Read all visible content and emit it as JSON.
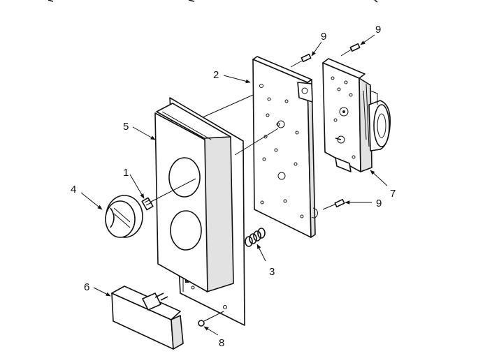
{
  "diagram": {
    "callouts": [
      {
        "id": "c1",
        "label": "1"
      },
      {
        "id": "c2",
        "label": "2"
      },
      {
        "id": "c3",
        "label": "3"
      },
      {
        "id": "c4",
        "label": "4"
      },
      {
        "id": "c5",
        "label": "5"
      },
      {
        "id": "c6",
        "label": "6"
      },
      {
        "id": "c7",
        "label": "7"
      },
      {
        "id": "c8",
        "label": "8"
      },
      {
        "id": "c9a",
        "label": "9"
      },
      {
        "id": "c9b",
        "label": "9"
      },
      {
        "id": "c9c",
        "label": "9"
      }
    ]
  }
}
